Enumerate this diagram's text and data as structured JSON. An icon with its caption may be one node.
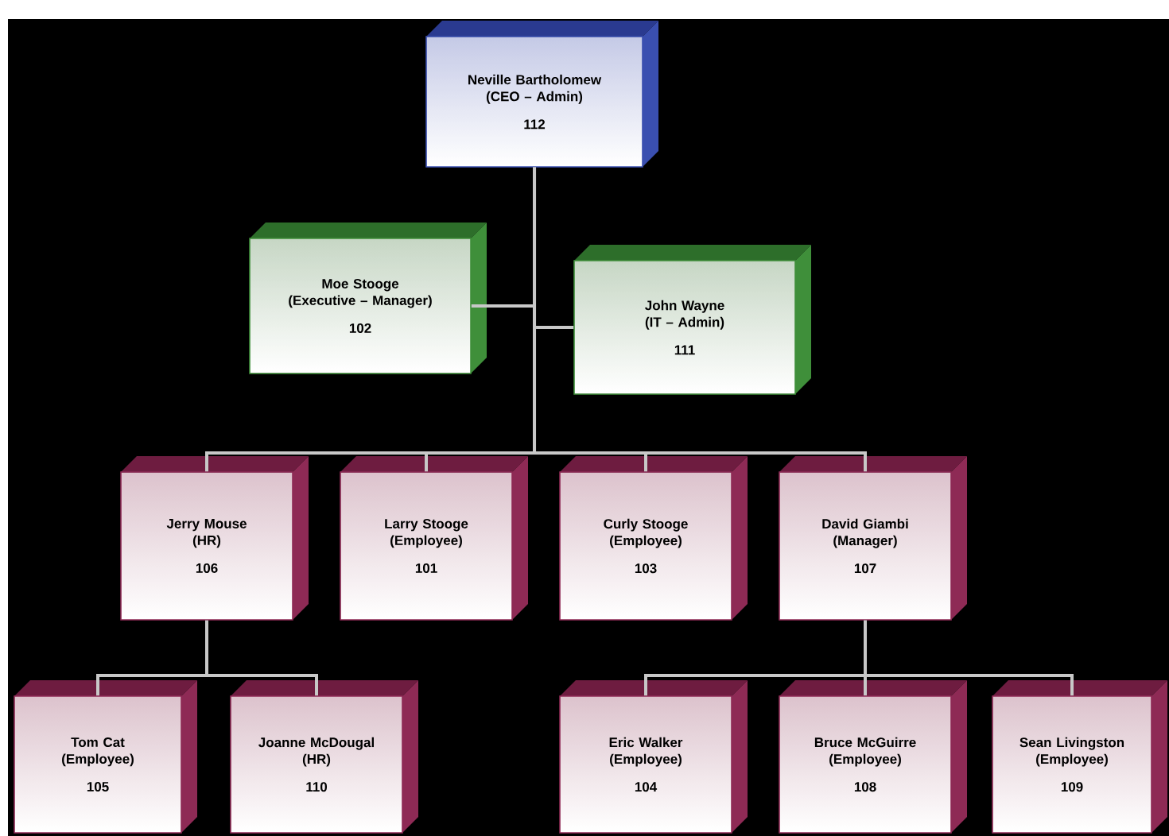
{
  "diagram": {
    "nodes": [
      {
        "text": [
          "Neville Bartholomew",
          "(CEO – Admin)",
          "112"
        ]
      },
      {
        "text": [
          "Moe Stooge",
          "(Executive – Manager)",
          "102"
        ]
      },
      {
        "text": [
          "John Wayne",
          "(IT – Admin)",
          "111"
        ]
      },
      {
        "text": [
          "Jerry Mouse",
          "(HR)",
          "106"
        ]
      },
      {
        "text": [
          "Larry Stooge",
          "(Employee)",
          "101"
        ]
      },
      {
        "text": [
          "Curly Stooge",
          "(Employee)",
          "103"
        ]
      },
      {
        "text": [
          "David Giambi",
          "(Manager)",
          "107"
        ]
      },
      {
        "text": [
          "Tom Cat",
          "(Employee)",
          "105"
        ]
      },
      {
        "text": [
          "Joanne McDougal",
          "(HR)",
          "110"
        ]
      },
      {
        "text": [
          "Eric Walker",
          "(Employee)",
          "104"
        ]
      },
      {
        "text": [
          "Bruce McGuirre",
          "(Employee)",
          "108"
        ]
      },
      {
        "text": [
          "Sean Livingston",
          "(Employee)",
          "109"
        ]
      }
    ],
    "edges": [
      {
        "from": 0,
        "to": 1,
        "arrow": "none"
      },
      {
        "from": 0,
        "to": 2,
        "arrow": "none"
      },
      {
        "from": 0,
        "to": 3,
        "arrow": "none"
      },
      {
        "from": 0,
        "to": 4,
        "arrow": "none"
      },
      {
        "from": 0,
        "to": 5,
        "arrow": "none"
      },
      {
        "from": 0,
        "to": 6,
        "arrow": "none"
      },
      {
        "from": 3,
        "to": 7,
        "arrow": "none"
      },
      {
        "from": 3,
        "to": 8,
        "arrow": "none"
      },
      {
        "from": 6,
        "to": 9,
        "arrow": "none"
      },
      {
        "from": 6,
        "to": 10,
        "arrow": "none"
      },
      {
        "from": 6,
        "to": 11,
        "arrow": "none"
      }
    ]
  }
}
